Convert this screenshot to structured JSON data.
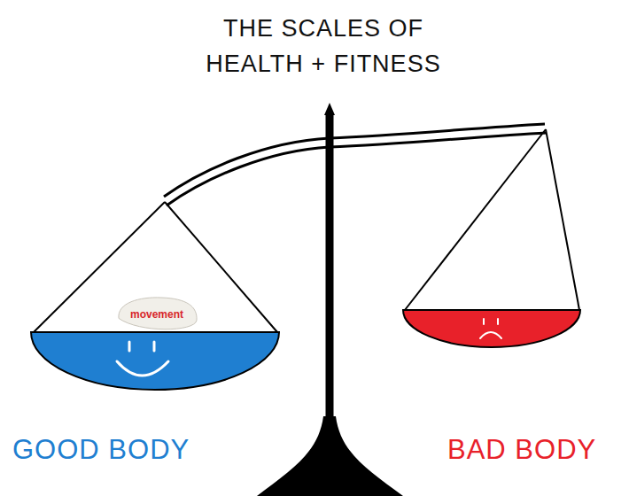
{
  "diagram": {
    "title": "THE SCALES OF HEALTH + FITNESS",
    "nodes": [
      {
        "text": [
          "movement"
        ]
      }
    ],
    "labels": [
      "GOOD BODY",
      "BAD BODY"
    ]
  }
}
